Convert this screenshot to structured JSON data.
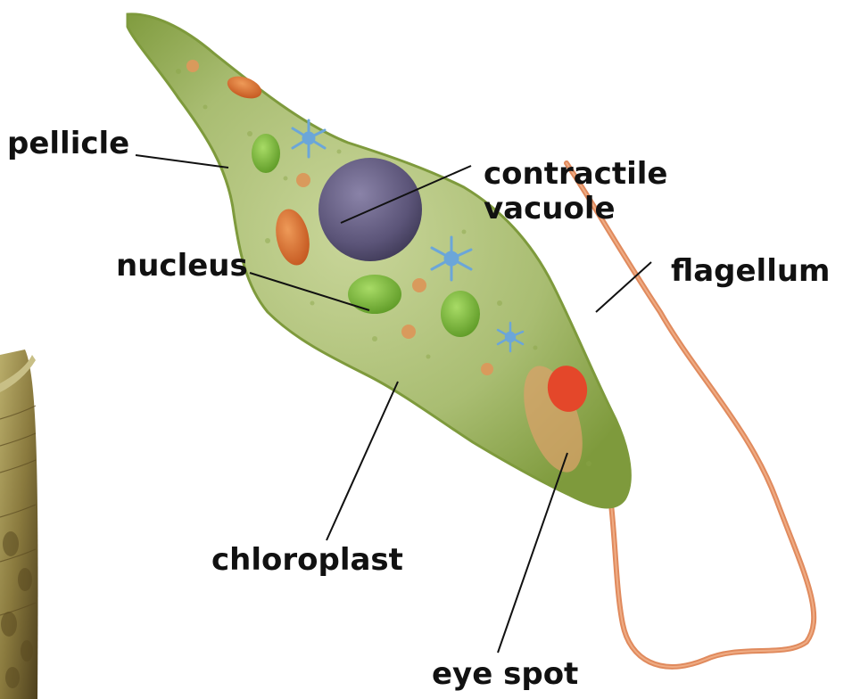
{
  "labels": {
    "pellicle": "pellicle",
    "contractile_line1": "contractile",
    "contractile_line2": "vacuole",
    "nucleus": "nucleus",
    "flagellum": "flagellum",
    "chloroplast": "chloroplast",
    "eye_spot": "eye spot"
  },
  "colors": {
    "cell_body": "#a9bd72",
    "cell_outline": "#7e9a3c",
    "nucleus": "#5b5478",
    "chloroplast": "#7cbd3a",
    "chloroplast_orange": "#d9692a",
    "contractile_vacuole": "#6ba6d9",
    "eye_spot": "#e4472a",
    "flagellum": "#e08a5d",
    "sem_inset": "#8a7a3e"
  },
  "icons": {
    "organism": "euglena-icon"
  }
}
